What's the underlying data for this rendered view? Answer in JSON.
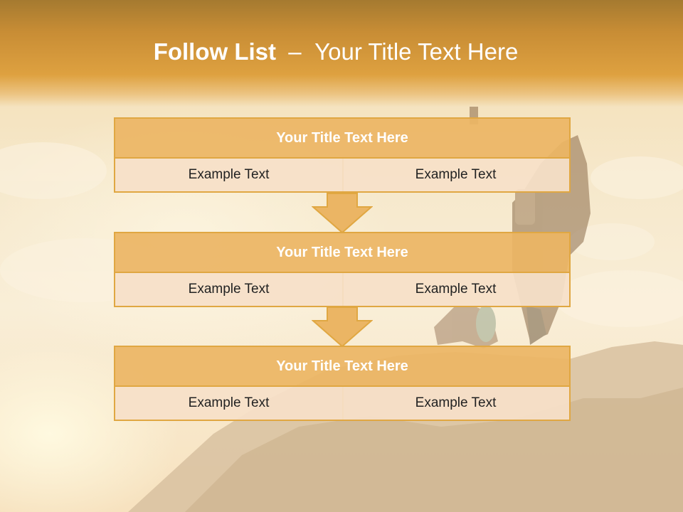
{
  "slide": {
    "title_bold": "Follow List",
    "title_separator": "–",
    "title_rest": "Your Title Text Here"
  },
  "steps": [
    {
      "title": "Your Title Text Here",
      "left_text": "Example Text",
      "right_text": "Example Text"
    },
    {
      "title": "Your Title Text Here",
      "left_text": "Example Text",
      "right_text": "Example Text"
    },
    {
      "title": "Your Title Text Here",
      "left_text": "Example Text",
      "right_text": "Example Text"
    }
  ],
  "colors": {
    "header_band": "#dea140",
    "block_title_fill": "#ebb564",
    "block_border": "#e0a742",
    "cell_fill": "#f6e0c8",
    "arrow_fill": "#ebb564"
  },
  "icons": [
    "down-arrow-icon"
  ]
}
